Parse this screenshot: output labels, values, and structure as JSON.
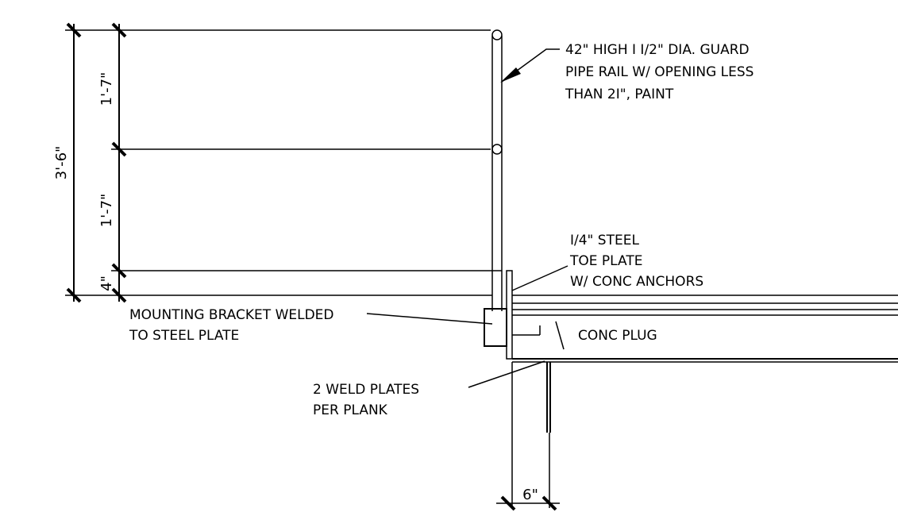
{
  "dimensions": {
    "overall_height": "3'-6\"",
    "upper_rail_spacing": "1'-7\"",
    "middle_rail_spacing": "1'-7\"",
    "toe_height": "4\"",
    "plate_offset": "6\""
  },
  "notes": {
    "guard_rail": [
      "42\" HIGH I I/2\" DIA. GUARD",
      "PIPE RAIL W/ OPENING LESS",
      "THAN 2I\", PAINT"
    ],
    "toe_plate": [
      "I/4\" STEEL",
      "TOE PLATE",
      "W/ CONC ANCHORS"
    ],
    "mounting_bracket": [
      "MOUNTING BRACKET WELDED",
      "TO STEEL PLATE"
    ],
    "conc_plug": "CONC PLUG",
    "weld_plates": [
      "2 WELD PLATES",
      "PER PLANK"
    ]
  }
}
